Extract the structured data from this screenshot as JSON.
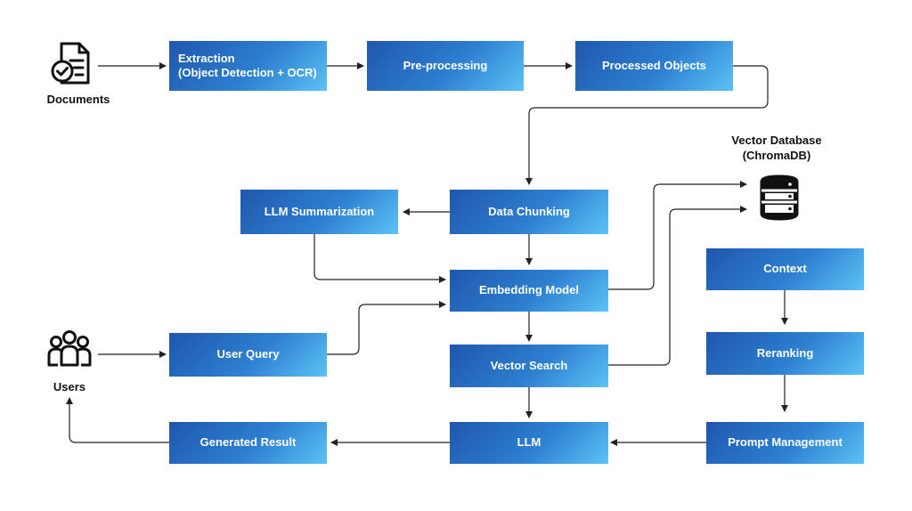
{
  "nodes": {
    "extraction": {
      "line1": "Extraction",
      "line2": "(Object Detection + OCR)"
    },
    "preprocessing": "Pre-processing",
    "processed_objects": "Processed Objects",
    "data_chunking": "Data Chunking",
    "llm_summarization": "LLM Summarization",
    "embedding_model": "Embedding Model",
    "user_query": "User Query",
    "vector_search": "Vector Search",
    "llm": "LLM",
    "generated_result": "Generated Result",
    "context": "Context",
    "reranking": "Reranking",
    "prompt_management": "Prompt Management"
  },
  "labels": {
    "documents": "Documents",
    "users": "Users",
    "vector_db_line1": "Vector Database",
    "vector_db_line2": "(ChromaDB)"
  },
  "icons": {
    "documents": "document-check-icon",
    "users": "users-group-icon",
    "vector_db": "database-icon"
  },
  "colors": {
    "node_start": "#1f57ad",
    "node_end": "#5cc2f5",
    "edge": "#222222"
  }
}
